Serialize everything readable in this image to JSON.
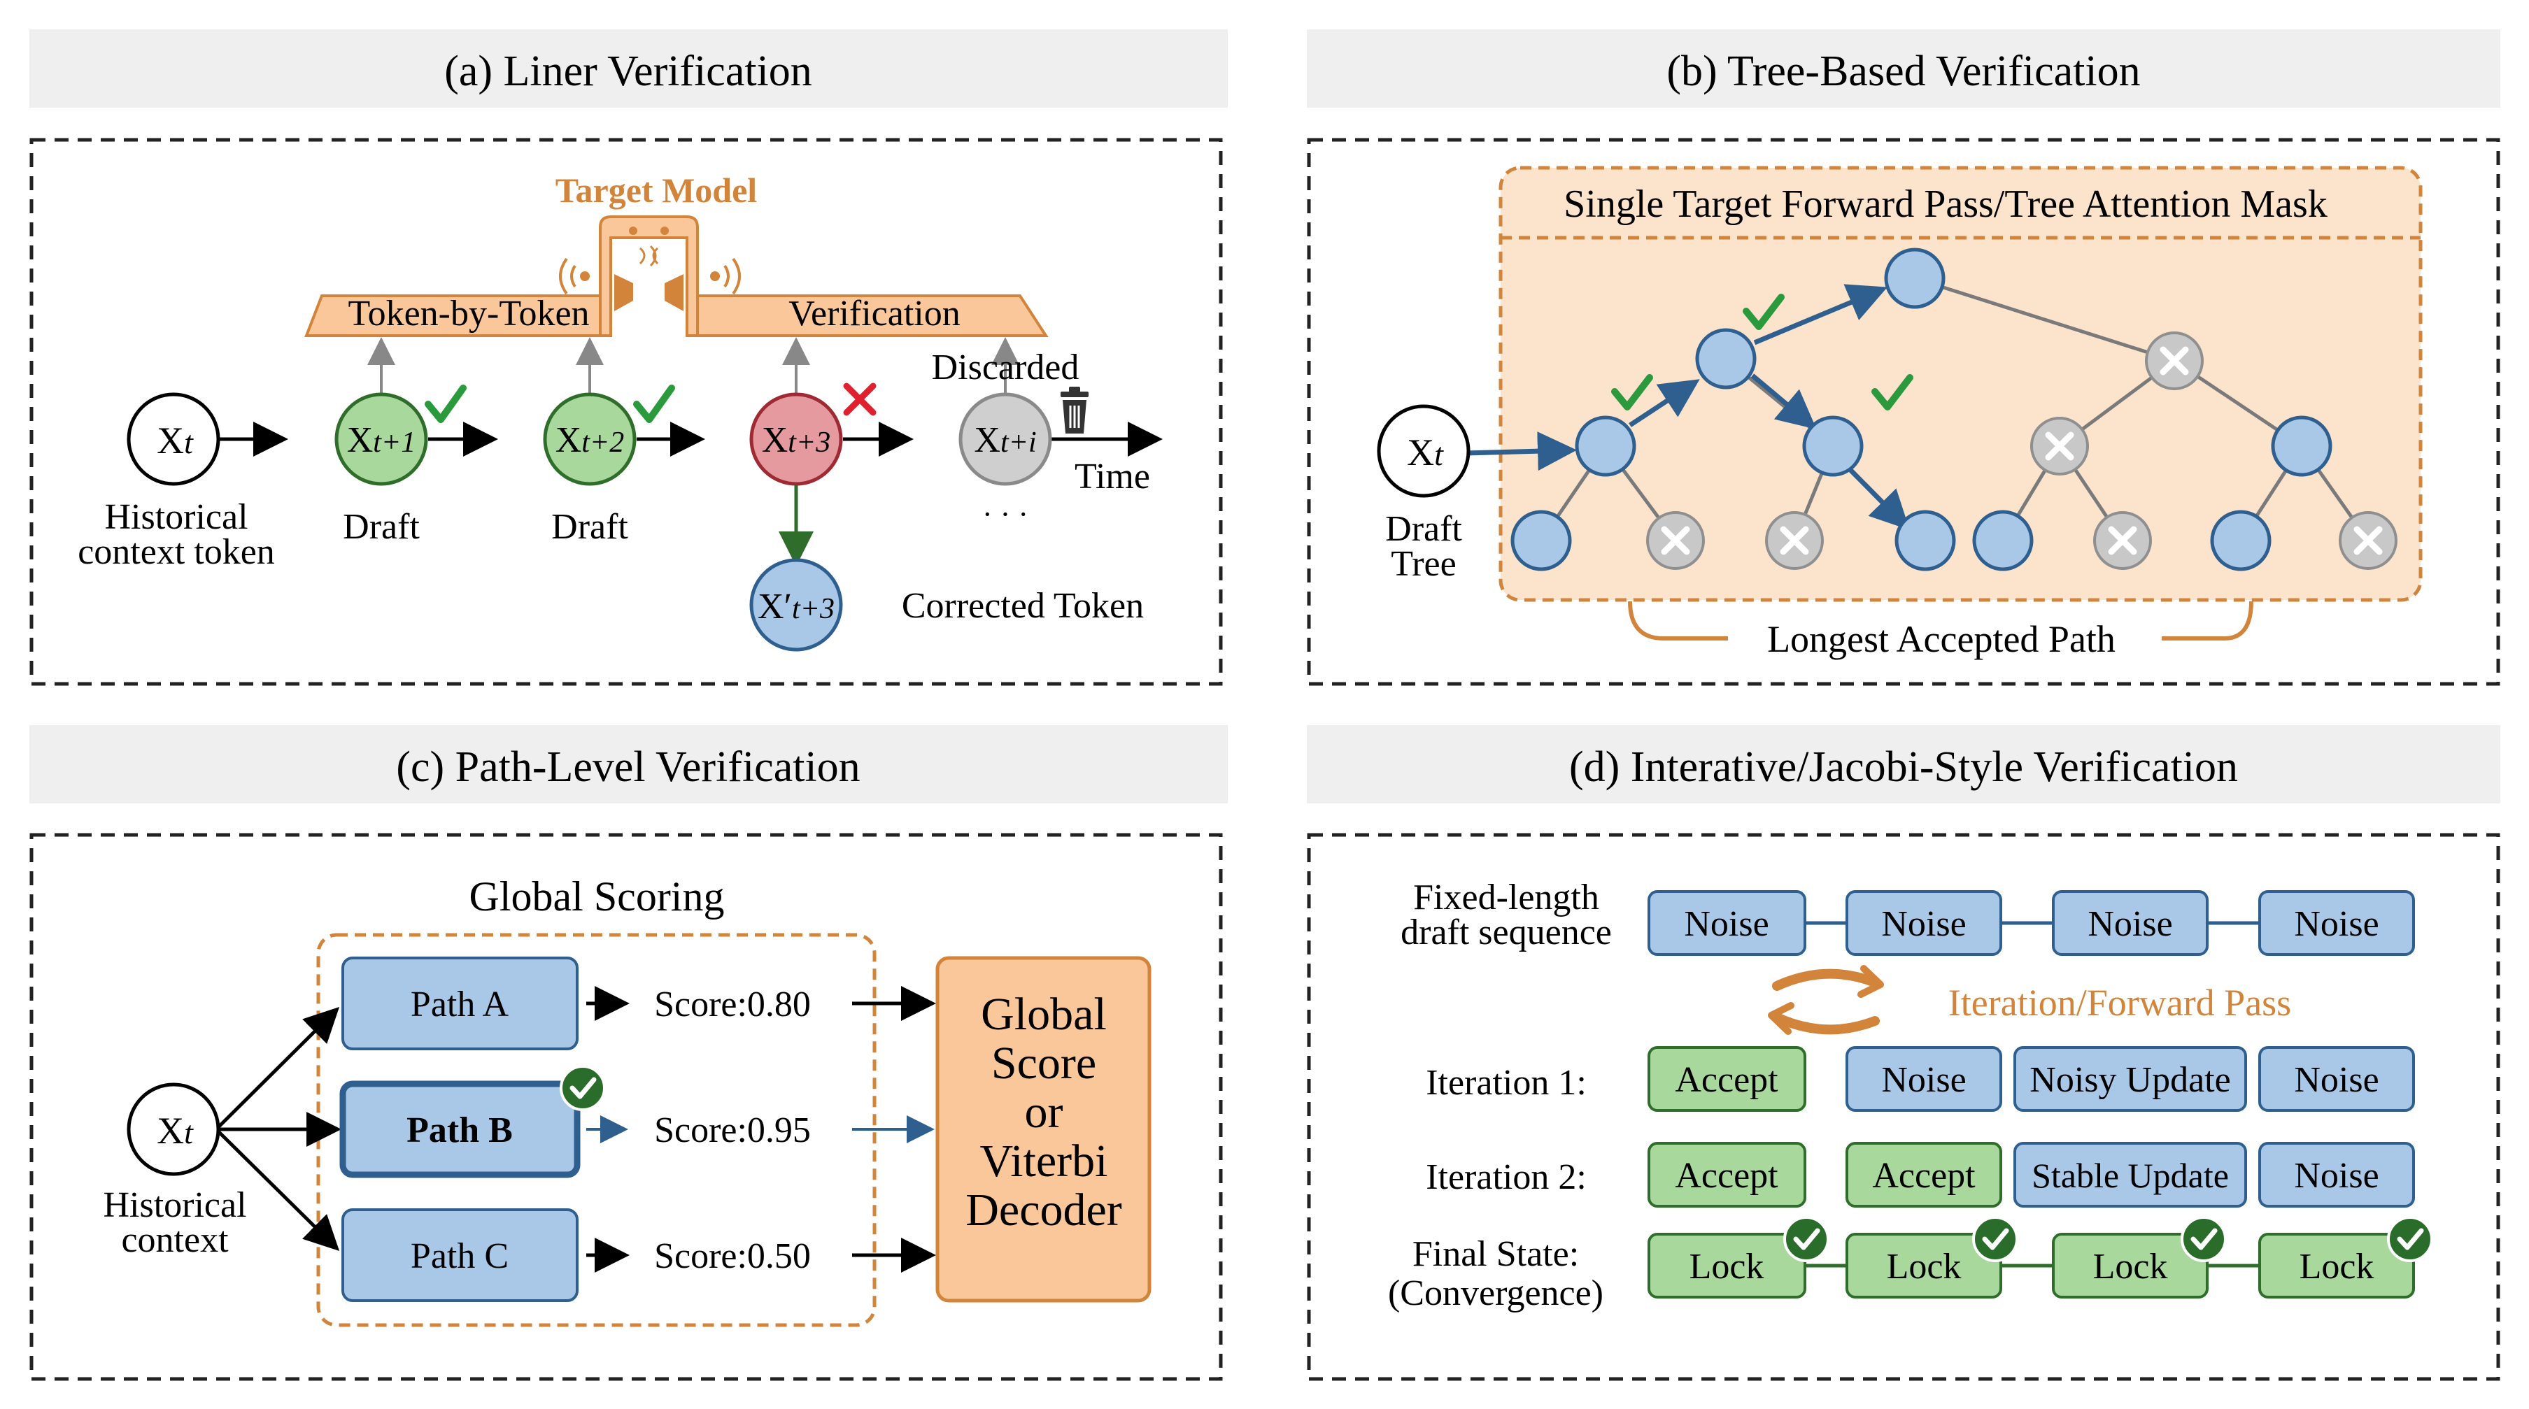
{
  "panel_a": {
    "title": "(a) Liner Verification",
    "target_model": "Target Model",
    "token_by_token": "Token-by-Token",
    "verification": "Verification",
    "x_t": "X",
    "x_t_sub": "t",
    "x_t1_sub": "t+1",
    "x_t2_sub": "t+2",
    "x_t3_sub": "t+3",
    "x_ti_sub": "t+i",
    "x_prime": "X′",
    "historical_line1": "Historical",
    "historical_line2": "context token",
    "draft1": "Draft",
    "draft2": "Draft",
    "discarded": "Discarded",
    "time": "Time",
    "ellipsis": "· · ·",
    "corrected": "Corrected Token"
  },
  "panel_b": {
    "title": "(b) Tree-Based Verification",
    "mask_title": "Single Target Forward Pass/Tree Attention Mask",
    "x_t": "X",
    "x_t_sub": "t",
    "draft_line1": "Draft",
    "draft_line2": "Tree",
    "longest_path": "Longest Accepted Path"
  },
  "panel_c": {
    "title": "(c) Path-Level Verification",
    "global_scoring": "Global Scoring",
    "x_t": "X",
    "x_t_sub": "t",
    "historical_line1": "Historical",
    "historical_line2": "context",
    "paths": [
      {
        "label": "Path A",
        "score": "Score:0.80"
      },
      {
        "label": "Path B",
        "score": "Score:0.95"
      },
      {
        "label": "Path C",
        "score": "Score:0.50"
      }
    ],
    "decoder_lines": [
      "Global",
      "Score",
      "or",
      "Viterbi",
      "Decoder"
    ]
  },
  "panel_d": {
    "title": "(d) Interative/Jacobi-Style Verification",
    "fixed_line1": "Fixed-length",
    "fixed_line2": "draft sequence",
    "iteration_label": "Iteration/Forward Pass",
    "row0": [
      "Noise",
      "Noise",
      "Noise",
      "Noise"
    ],
    "iter1_label": "Iteration 1:",
    "row1": [
      "Accept",
      "Noise",
      "Noisy Update",
      "Noise"
    ],
    "iter2_label": "Iteration 2:",
    "row2": [
      "Accept",
      "Accept",
      "Stable Update",
      "Noise"
    ],
    "final_line1": "Final State:",
    "final_line2": "(Convergence)",
    "row3": [
      "Lock",
      "Lock",
      "Lock",
      "Lock"
    ]
  },
  "colors": {
    "orange": "#d2853a",
    "orange_fill": "#f9c79a",
    "light_orange": "#fbe3cc",
    "blue_fill": "#a9c8e8",
    "blue_stroke": "#2e5f8e",
    "green_fill": "#a8d89c",
    "green_stroke": "#2f6d2a",
    "red_fill": "#e49a9f",
    "gray_fill": "#c8c8c8",
    "check_green": "#2a9a3c",
    "red_x": "#e0202c",
    "header_bg": "#efefef"
  }
}
